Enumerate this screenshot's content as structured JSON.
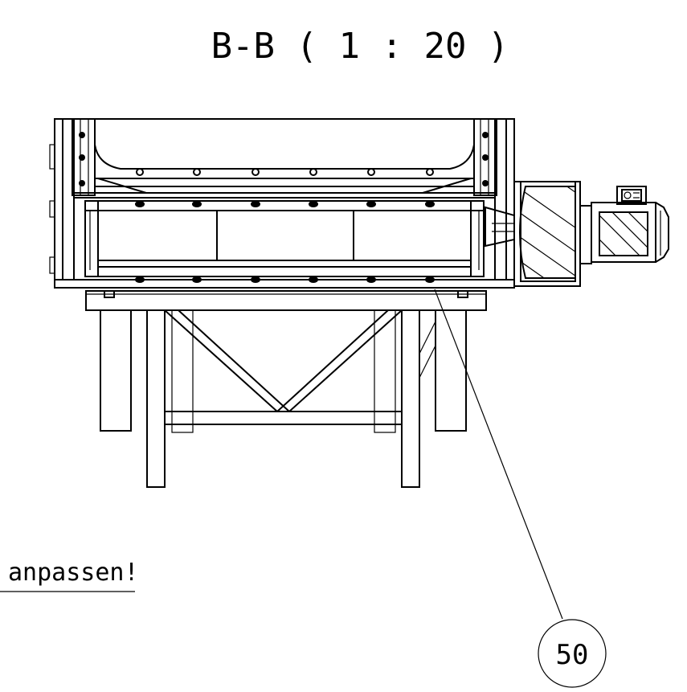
{
  "drawing": {
    "section_title": "B-B ( 1 : 20 )",
    "note_text": "anpassen!",
    "balloon_number": "50"
  },
  "colors": {
    "line": "#000000",
    "background": "#ffffff"
  }
}
